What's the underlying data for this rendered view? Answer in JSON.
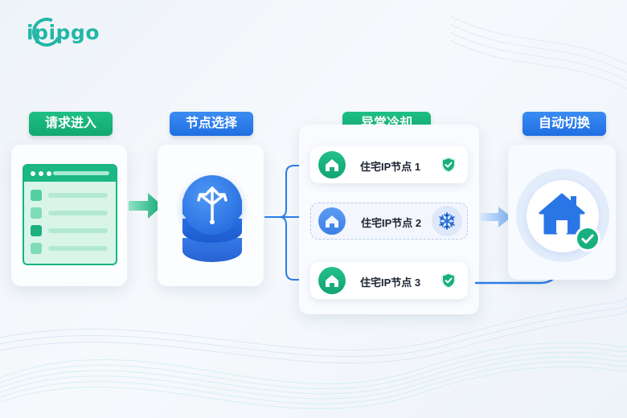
{
  "logo": {
    "text": "ipipgo"
  },
  "steps": [
    {
      "label": "请求进入",
      "color": "#14ad78"
    },
    {
      "label": "节点选择",
      "color": "#2477e8"
    },
    {
      "label": "异常冷却",
      "color": "#14ad78"
    },
    {
      "label": "自动切换",
      "color": "#2477e8"
    }
  ],
  "nodes": [
    {
      "label": "住宅IP节点 1",
      "status": "ok",
      "icon": "home-icon"
    },
    {
      "label": "住宅IP节点 2",
      "status": "cooling",
      "icon": "home-icon"
    },
    {
      "label": "住宅IP节点 3",
      "status": "ok",
      "icon": "home-icon"
    }
  ],
  "icons": {
    "browser": "browser-window-icon",
    "router": "route-split-icon",
    "database": "database-icon",
    "shield": "shield-check-icon",
    "snowflake": "snowflake-icon",
    "target": "home-icon",
    "check": "check-circle-icon"
  },
  "colors": {
    "green": "#14ad78",
    "blue": "#2477e8",
    "teal_logo": "#22b7a6"
  }
}
